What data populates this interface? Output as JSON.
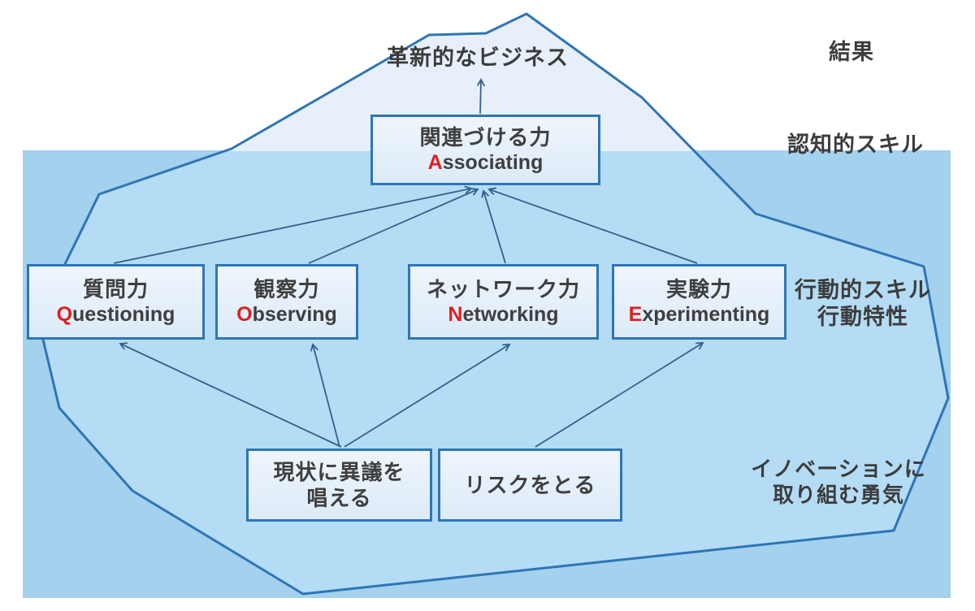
{
  "diagram": {
    "type": "iceberg-model",
    "labels": {
      "business": "革新的なビジネス",
      "result": "結果",
      "cognitive": "認知的スキル",
      "behavioral_line1": "行動的スキル",
      "behavioral_line2": "行動特性",
      "courage_line1": "イノベーションに",
      "courage_line2": "取り組む勇気"
    },
    "boxes": {
      "associating": {
        "jp": "関連づける力",
        "en_initial": "A",
        "en_rest": "ssociating"
      },
      "questioning": {
        "jp": "質問力",
        "en_initial": "Q",
        "en_rest": "uestioning"
      },
      "observing": {
        "jp": "観察力",
        "en_initial": "O",
        "en_rest": "bserving"
      },
      "networking": {
        "jp": "ネットワーク力",
        "en_initial": "N",
        "en_rest": "etworking"
      },
      "experimenting": {
        "jp": "実験力",
        "en_initial": "E",
        "en_rest": "xperimenting"
      },
      "challenge": {
        "line1": "現状に異議を",
        "line2": "唱える"
      },
      "risk": {
        "line1": "リスクをとる"
      }
    },
    "colors": {
      "water": "#a3d1ee",
      "iceberg_above_water": "#e7f0fa",
      "iceberg_below_water": "#b4dcf4",
      "outline_blue": "#2e75b6",
      "arrow_blue": "#31618f",
      "box_border": "#2e75b6",
      "box_fill_top": "#eff5fc",
      "box_fill_bottom": "#dcebf8",
      "text_dark": "#3f3f3f",
      "accent_red": "#e01e1e",
      "background": "#ffffff"
    }
  }
}
